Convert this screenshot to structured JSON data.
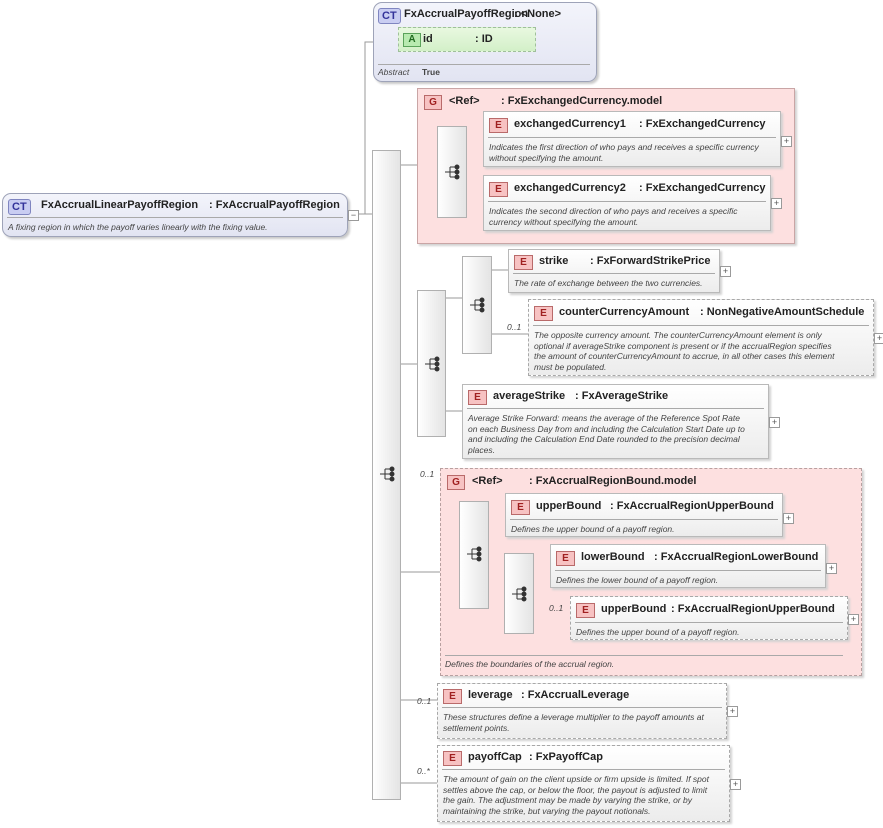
{
  "root": {
    "badge": "CT",
    "name": "FxAccrualLinearPayoffRegion",
    "type": ": FxAccrualPayoffRegion",
    "doc": "A fixing region in which the payoff varies linearly with the fixing value.",
    "expander": "−"
  },
  "base": {
    "badge": "CT",
    "name": "FxAccrualPayoffRegion",
    "type": ": <None>",
    "attribute": {
      "badge": "A",
      "name": "id",
      "type": ": ID"
    },
    "abstract_label": "Abstract",
    "abstract_value": "True"
  },
  "group1": {
    "badge": "G",
    "ref": "<Ref>",
    "name": ": FxExchangedCurrency.model",
    "elements": [
      {
        "badge": "E",
        "name": "exchangedCurrency1",
        "type": ": FxExchangedCurrency",
        "doc": [
          "Indicates the first direction of who pays and receives a specific currency",
          "without specifying the amount."
        ]
      },
      {
        "badge": "E",
        "name": "exchangedCurrency2",
        "type": ": FxExchangedCurrency",
        "doc": [
          "Indicates the second direction of who pays and receives a specific",
          "currency without specifying the amount."
        ]
      }
    ]
  },
  "strike": {
    "badge": "E",
    "name": "strike",
    "type": ": FxForwardStrikePrice",
    "doc": [
      "The rate of exchange between the two currencies."
    ]
  },
  "counter": {
    "badge": "E",
    "name": "counterCurrencyAmount",
    "type": ": NonNegativeAmountSchedule",
    "occurs": "0..1",
    "doc": [
      "The opposite currency amount. The counterCurrencyAmount element is only",
      "optional if averageStrike component is present or if the accrualRegion specifies",
      "the amount of counterCurrencyAmount to accrue, in all other cases this element",
      "must be populated."
    ]
  },
  "average": {
    "badge": "E",
    "name": "averageStrike",
    "type": ": FxAverageStrike",
    "doc": [
      "Average Strike Forward: means the average of the Reference Spot Rate",
      "on each Business Day from and including the Calculation Start Date up to",
      "and including the Calculation End Date rounded to the precision decimal",
      "places."
    ]
  },
  "group2": {
    "badge": "G",
    "ref": "<Ref>",
    "name": ": FxAccrualRegionBound.model",
    "occurs": "0..1",
    "doc": "Defines the boundaries of the accrual region.",
    "upper": {
      "badge": "E",
      "name": "upperBound",
      "type": ": FxAccrualRegionUpperBound",
      "doc": "Defines the upper bound of a payoff region."
    },
    "lower": {
      "badge": "E",
      "name": "lowerBound",
      "type": ": FxAccrualRegionLowerBound",
      "doc": "Defines the lower bound of a payoff region."
    },
    "upper2": {
      "badge": "E",
      "name": "upperBound",
      "type": ": FxAccrualRegionUpperBound",
      "occurs": "0..1",
      "doc": "Defines the upper bound of a payoff region."
    }
  },
  "leverage": {
    "badge": "E",
    "name": "leverage",
    "type": ": FxAccrualLeverage",
    "occurs": "0..1",
    "doc": [
      "These structures define a leverage multiplier to the payoff amounts at",
      "settlement points."
    ]
  },
  "payoffCap": {
    "badge": "E",
    "name": "payoffCap",
    "type": ": FxPayoffCap",
    "occurs": "0..*",
    "doc": [
      "The amount of gain on the client upside or firm upside is limited. If spot",
      "settles above the cap, or below the floor, the payout is adjusted to limit",
      "the gain. The adjustment may be made by varying the strike, or by",
      "maintaining the strike, but varying the payout notionals."
    ]
  },
  "plus": "+",
  "colors": {
    "group_bg": "#fde0e0",
    "ct_badge": "#c9cdf2",
    "element_badge": "#f7c2c2",
    "attribute_bg": "#d3f0c8"
  }
}
